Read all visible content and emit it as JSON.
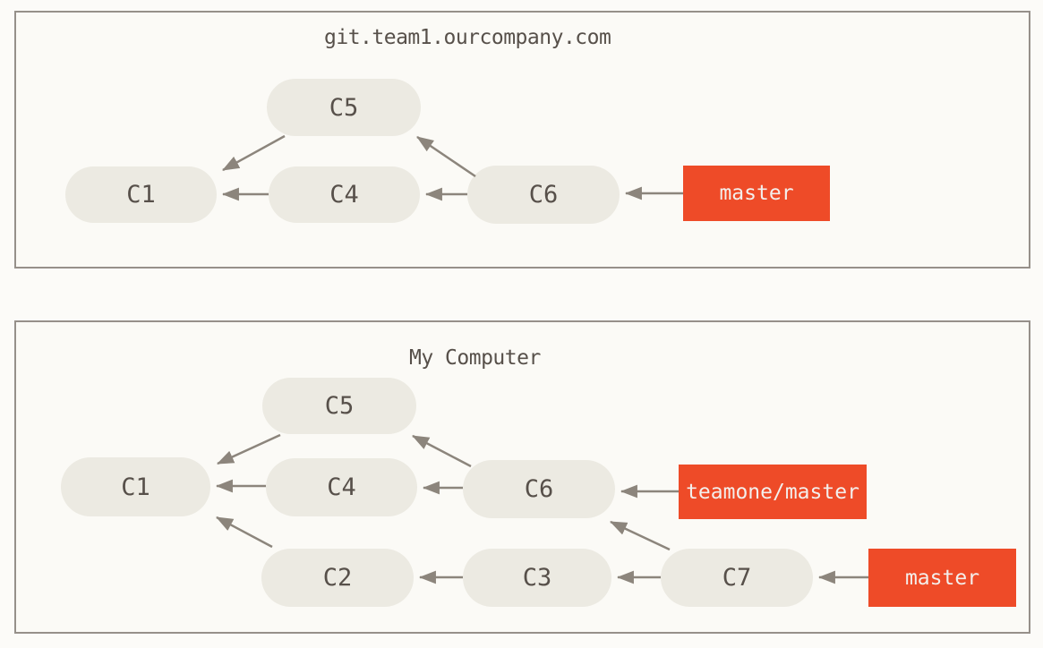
{
  "diagram": {
    "type": "git-commit-graph",
    "colors": {
      "branch_fill": "#ee4b28",
      "branch_text": "#f3efec",
      "commit_fill": "#eceae2",
      "commit_text": "#57504a",
      "arrow": "#8c857c",
      "panel_border": "#96908a",
      "panel_background": "#fbfaf6",
      "page_background": "#fcfbf8"
    },
    "panels": [
      {
        "title": "git.team1.ourcompany.com",
        "nodes": [
          {
            "id": "C5",
            "label": "C5"
          },
          {
            "id": "C1",
            "label": "C1"
          },
          {
            "id": "C4",
            "label": "C4"
          },
          {
            "id": "C6",
            "label": "C6"
          }
        ],
        "branches": [
          {
            "label": "master",
            "points_to": "C6"
          }
        ],
        "edges": [
          {
            "from": "C5",
            "to": "C1"
          },
          {
            "from": "C6",
            "to": "C5"
          },
          {
            "from": "C4",
            "to": "C1"
          },
          {
            "from": "C6",
            "to": "C4"
          },
          {
            "from": "master",
            "to": "C6"
          }
        ]
      },
      {
        "title": "My Computer",
        "nodes": [
          {
            "id": "C5",
            "label": "C5"
          },
          {
            "id": "C1",
            "label": "C1"
          },
          {
            "id": "C4",
            "label": "C4"
          },
          {
            "id": "C6",
            "label": "C6"
          },
          {
            "id": "C2",
            "label": "C2"
          },
          {
            "id": "C3",
            "label": "C3"
          },
          {
            "id": "C7",
            "label": "C7"
          }
        ],
        "branches": [
          {
            "label": "teamone/master",
            "points_to": "C6"
          },
          {
            "label": "master",
            "points_to": "C7"
          }
        ],
        "edges": [
          {
            "from": "C5",
            "to": "C1"
          },
          {
            "from": "C6",
            "to": "C5"
          },
          {
            "from": "C4",
            "to": "C1"
          },
          {
            "from": "C6",
            "to": "C4"
          },
          {
            "from": "C2",
            "to": "C1"
          },
          {
            "from": "C3",
            "to": "C2"
          },
          {
            "from": "C7",
            "to": "C3"
          },
          {
            "from": "C7",
            "to": "C6"
          },
          {
            "from": "teamone/master",
            "to": "C6"
          },
          {
            "from": "master",
            "to": "C7"
          }
        ]
      }
    ]
  }
}
